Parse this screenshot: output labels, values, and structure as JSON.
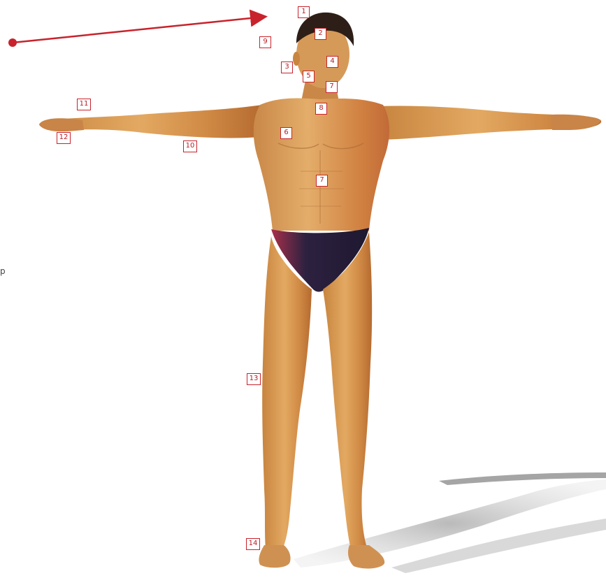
{
  "accent_color": "#c8232c",
  "skin_color": "#d99a55",
  "swimwear_color": "#2a1f3d",
  "pointer_arrow": {
    "icon": "pointer-arrow-icon"
  },
  "figure": {
    "icon": "human-figure-t-pose"
  },
  "labels": [
    {
      "id": "label-1",
      "text": "1"
    },
    {
      "id": "label-2",
      "text": "2"
    },
    {
      "id": "label-3",
      "text": "3"
    },
    {
      "id": "label-4",
      "text": "4"
    },
    {
      "id": "label-5",
      "text": "5"
    },
    {
      "id": "label-7-face",
      "text": "7"
    },
    {
      "id": "label-8",
      "text": "8"
    },
    {
      "id": "label-9",
      "text": "9"
    },
    {
      "id": "label-6",
      "text": "6"
    },
    {
      "id": "label-7-abdomen",
      "text": "7"
    },
    {
      "id": "label-10",
      "text": "10"
    },
    {
      "id": "label-11",
      "text": "11"
    },
    {
      "id": "label-12",
      "text": "12"
    },
    {
      "id": "label-13",
      "text": "13"
    },
    {
      "id": "label-14",
      "text": "14"
    }
  ],
  "edge_marks": {
    "left_glyph": "p"
  }
}
